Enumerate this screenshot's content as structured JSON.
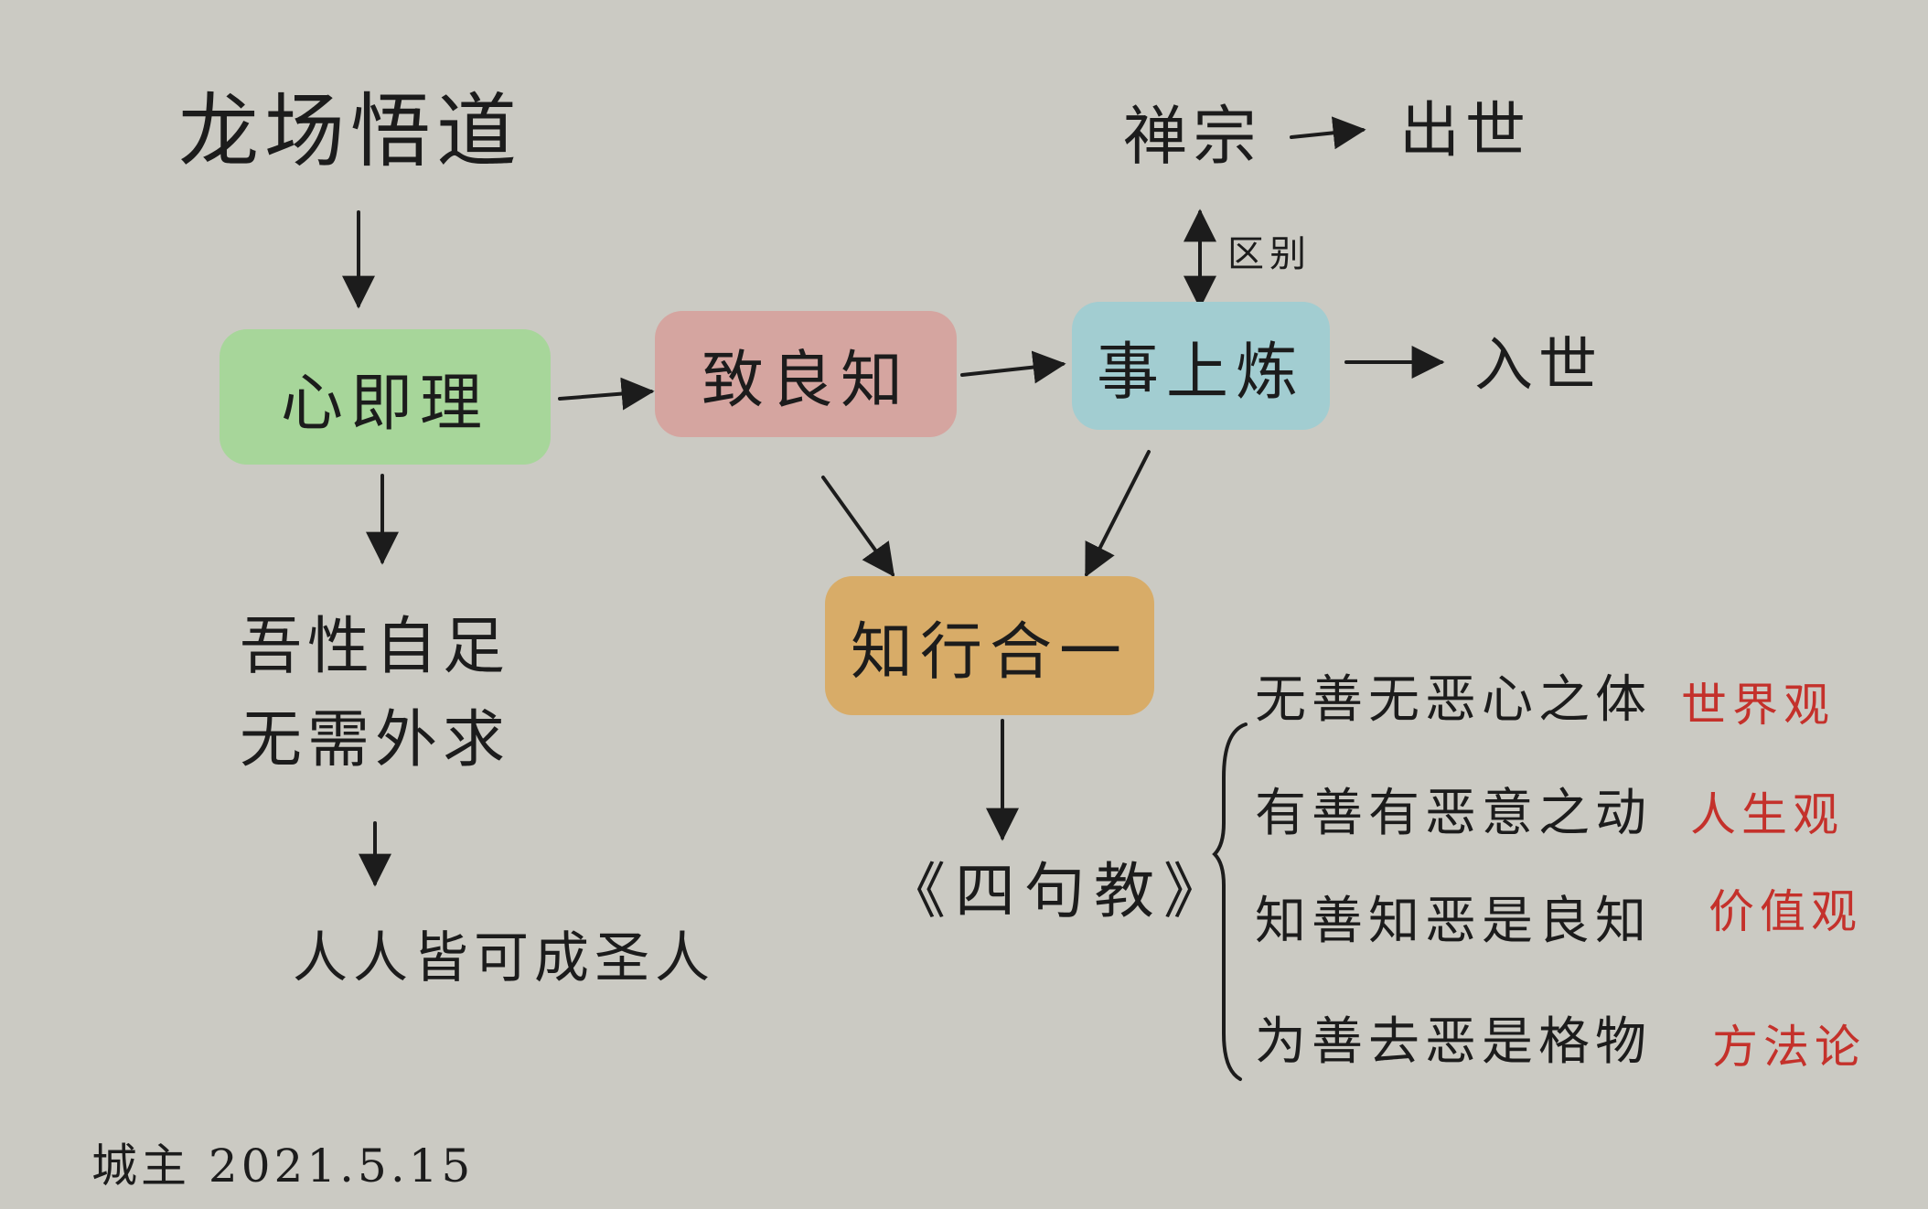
{
  "diagram": {
    "title": "龙场悟道",
    "nodes": {
      "xin_ji_li": {
        "label": "心即理",
        "color": "#a7d69a"
      },
      "zhi_liang_zhi": {
        "label": "致良知",
        "color": "#d5a5a0"
      },
      "shi_shang_lian": {
        "label": "事上炼",
        "color": "#a2cdd1"
      },
      "zhi_xing_he_yi": {
        "label": "知行合一",
        "color": "#d8ac68"
      }
    },
    "chan_zong": "禅宗",
    "chu_shi": "出世",
    "qu_bie": "区别",
    "ru_shi": "入世",
    "wu_xing_line1": "吾性自足",
    "wu_xing_line2": "无需外求",
    "sheng_ren": "人人皆可成圣人",
    "si_ju_jiao": "《四句教》",
    "sentences": [
      {
        "text": "无善无恶心之体",
        "view": "世界观"
      },
      {
        "text": "有善有恶意之动",
        "view": "人生观"
      },
      {
        "text": "知善知恶是良知",
        "view": "价值观"
      },
      {
        "text": "为善去恶是格物",
        "view": "方法论"
      }
    ],
    "signature": "城主 2021.5.15",
    "colors": {
      "ink": "#1c1c1c",
      "accent_red": "#c4312b",
      "background": "#cbcac3"
    }
  }
}
